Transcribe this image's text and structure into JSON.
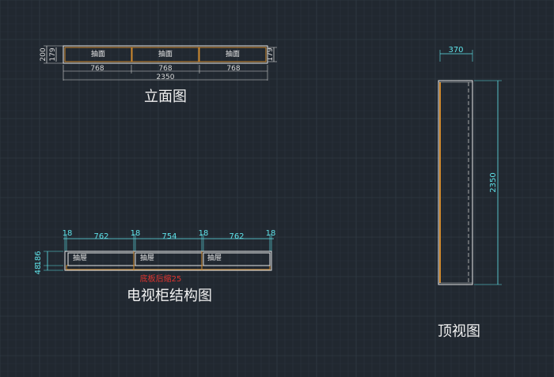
{
  "colors": {
    "background": "#212830",
    "grid_minor": "#2b333d",
    "grid_major": "#36404b",
    "outline": "#e8e8e8",
    "wood": "#d08a2e",
    "dimension_white": "#d8d8d8",
    "dimension_cyan": "#5fe3ea",
    "note_red": "#e0342f"
  },
  "elevation": {
    "title": "立面图",
    "drawer_labels": [
      "抽面",
      "抽面",
      "抽面"
    ],
    "dim_height_outer": "200",
    "dim_height_inner": "179",
    "dim_height_right": "179",
    "dim_widths": [
      "768",
      "768",
      "768"
    ],
    "dim_total": "2350"
  },
  "structure": {
    "title": "电视柜结构图",
    "drawer_labels": [
      "抽屉",
      "抽屉",
      "抽屉"
    ],
    "dims_top": [
      "18",
      "762",
      "18",
      "754",
      "18",
      "762",
      "18"
    ],
    "dim_left_a": "186",
    "dim_left_b": "48",
    "note": "底板后缩25"
  },
  "top_view": {
    "title": "顶视图",
    "dim_depth": "370",
    "dim_length": "2350"
  }
}
